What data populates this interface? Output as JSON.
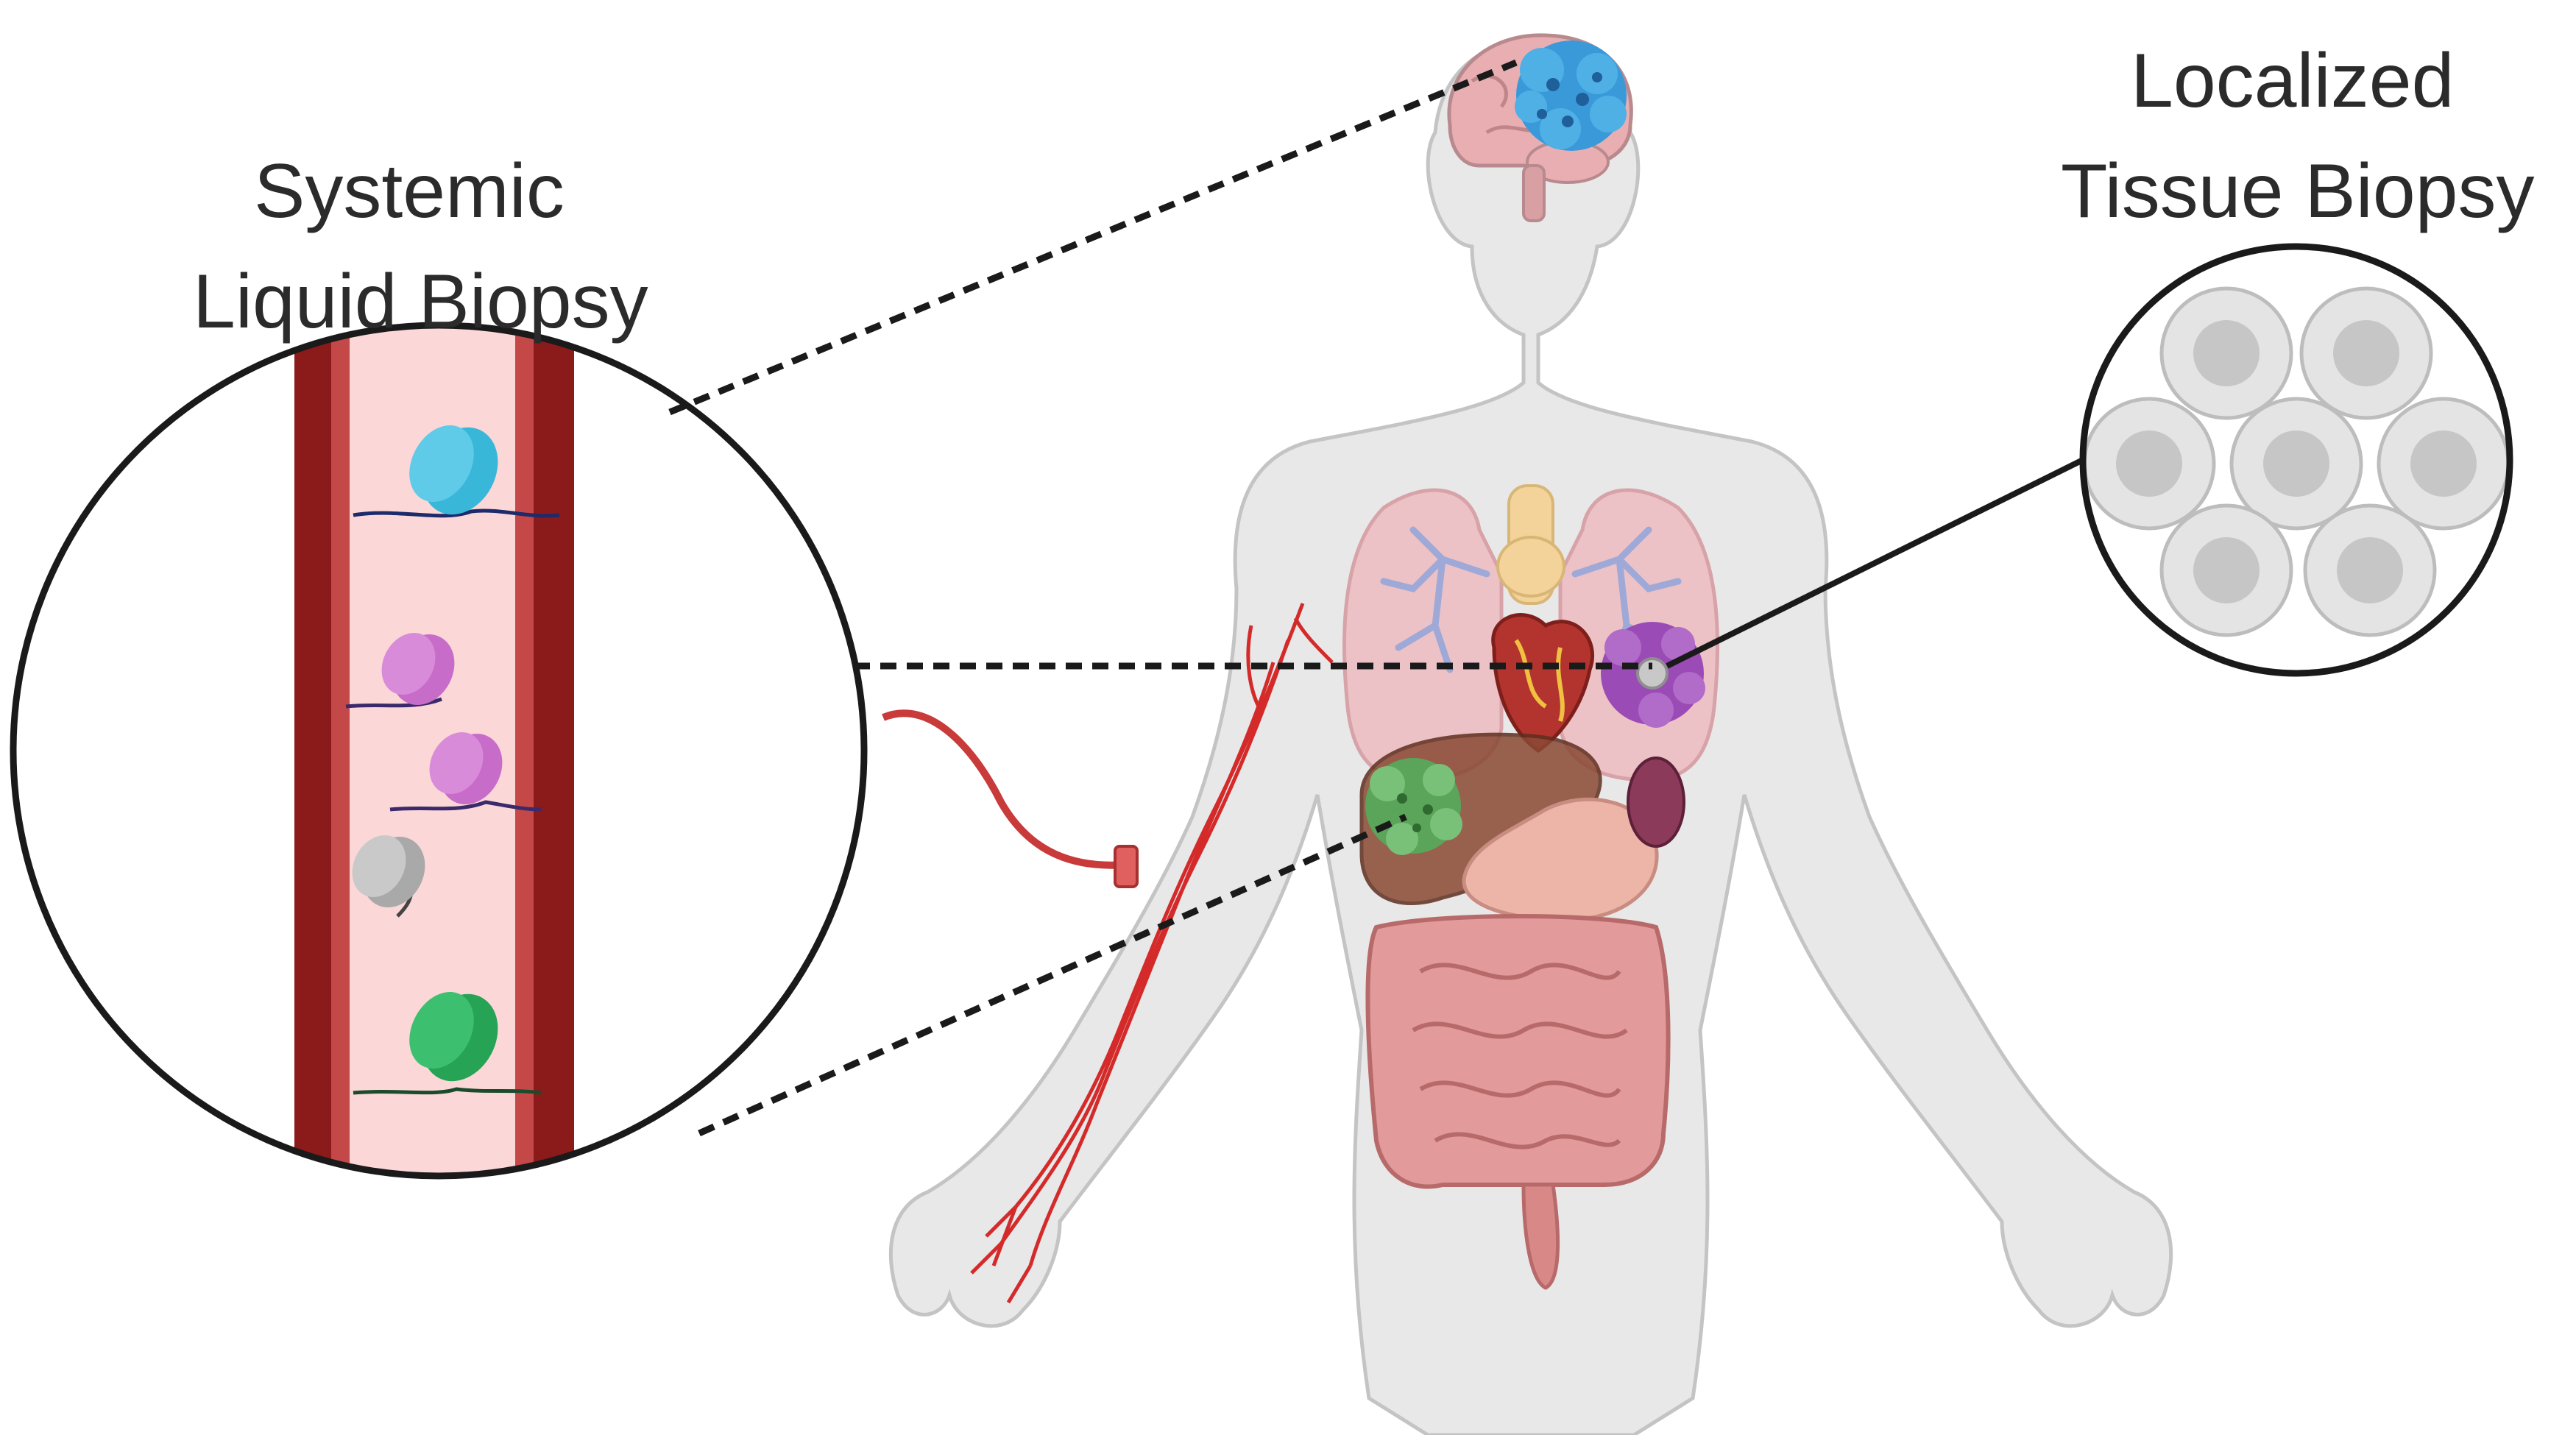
{
  "labels": {
    "systemic_line1": "Systemic",
    "systemic_line2": "Liquid Biopsy",
    "localized_line1": "Localized",
    "localized_line2": "Tissue Biopsy"
  },
  "colors": {
    "vessel_wall": "#8b1a1a",
    "plasma": "#fbd7d7",
    "body_fill": "#e8e8e8",
    "tumor_brain": "#3a9ad9",
    "tumor_lung": "#9b4bb5",
    "tumor_liver": "#5aa55a",
    "artery": "#d42a2a",
    "cell_fill": "#e4e4e4",
    "nucleus_fill": "#c6c6c6"
  },
  "icons": {
    "nucleosome_colors": [
      "#39b7d9",
      "#c86cc9",
      "#c86cc9",
      "#a9a9a9",
      "#27a356"
    ]
  }
}
